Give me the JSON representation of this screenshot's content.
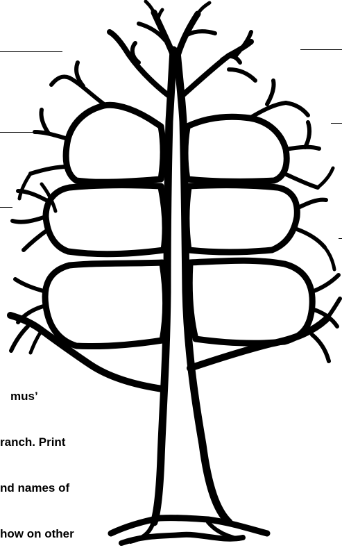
{
  "worksheet": {
    "instructions": [
      "mus’",
      "ranch. Print",
      "nd names of",
      "how on other"
    ]
  },
  "colors": {
    "ink": "#000000",
    "paper": "#ffffff"
  },
  "icons": {
    "tree": "family-tree-illustration"
  }
}
